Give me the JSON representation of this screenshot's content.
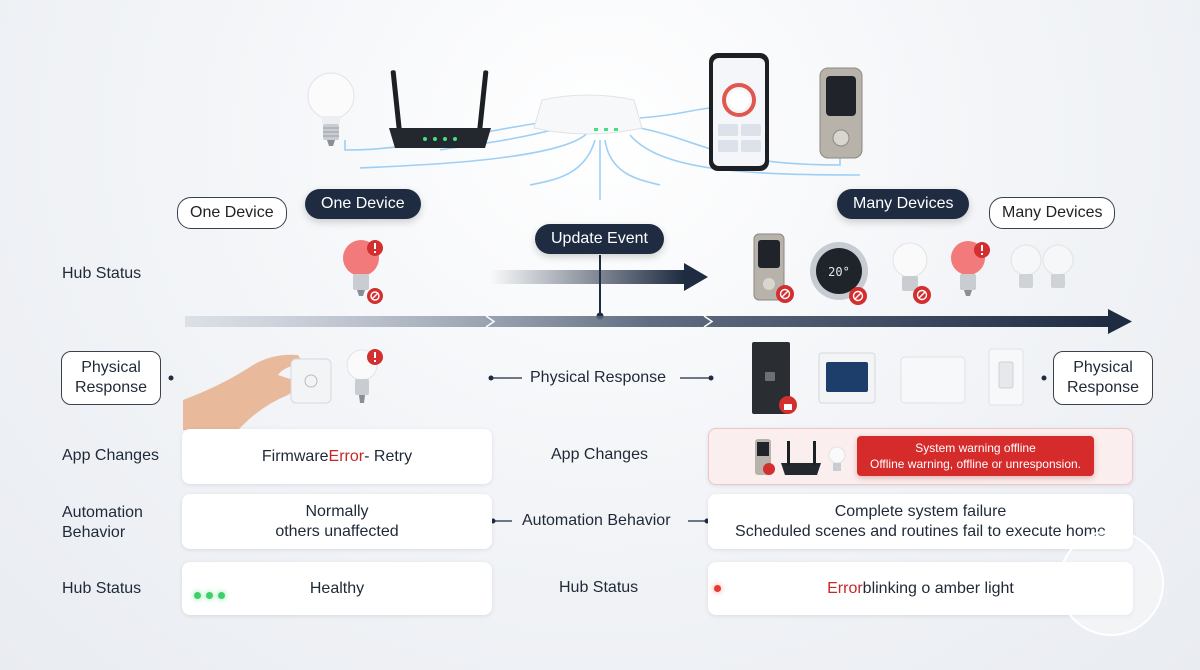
{
  "top": {
    "pill_one_device_outline": "One Device",
    "pill_one_device_dark": "One Device",
    "pill_many_devices_dark": "Many Devices",
    "pill_many_devices_outline": "Many Devices",
    "pill_update_event": "Update Event"
  },
  "rows": {
    "hub_status_top": "Hub Status",
    "physical_response_left": [
      "Physical",
      "Response"
    ],
    "physical_response_center": "Physical Response",
    "physical_response_right": [
      "Physical",
      "Response"
    ],
    "app_changes_left": "App Changes",
    "app_changes_center": "App Changes",
    "automation_left": [
      "Automation",
      "Behavior"
    ],
    "automation_center": "Automation Behavior",
    "hub_status_left": "Hub Status",
    "hub_status_center": "Hub Status"
  },
  "cards": {
    "app_left": {
      "prefix": "Firmware ",
      "error": "Error",
      "suffix": " - Retry"
    },
    "app_right_warning": {
      "title": "System warning offline",
      "detail": "Offline warning, offline or unresponsion."
    },
    "automation_left": [
      "Normally",
      "others unaffected"
    ],
    "automation_right": [
      "Complete system failure",
      "Scheduled scenes and routines fail to execute home"
    ],
    "hub_left": "Healthy",
    "hub_right": {
      "error": "Error",
      "suffix": " blinking o amber light"
    }
  },
  "colors": {
    "navy": "#1e2b40",
    "error_red": "#c62828",
    "healthy_green": "#3ecf6a",
    "wire_blue": "#8ec8f5"
  }
}
